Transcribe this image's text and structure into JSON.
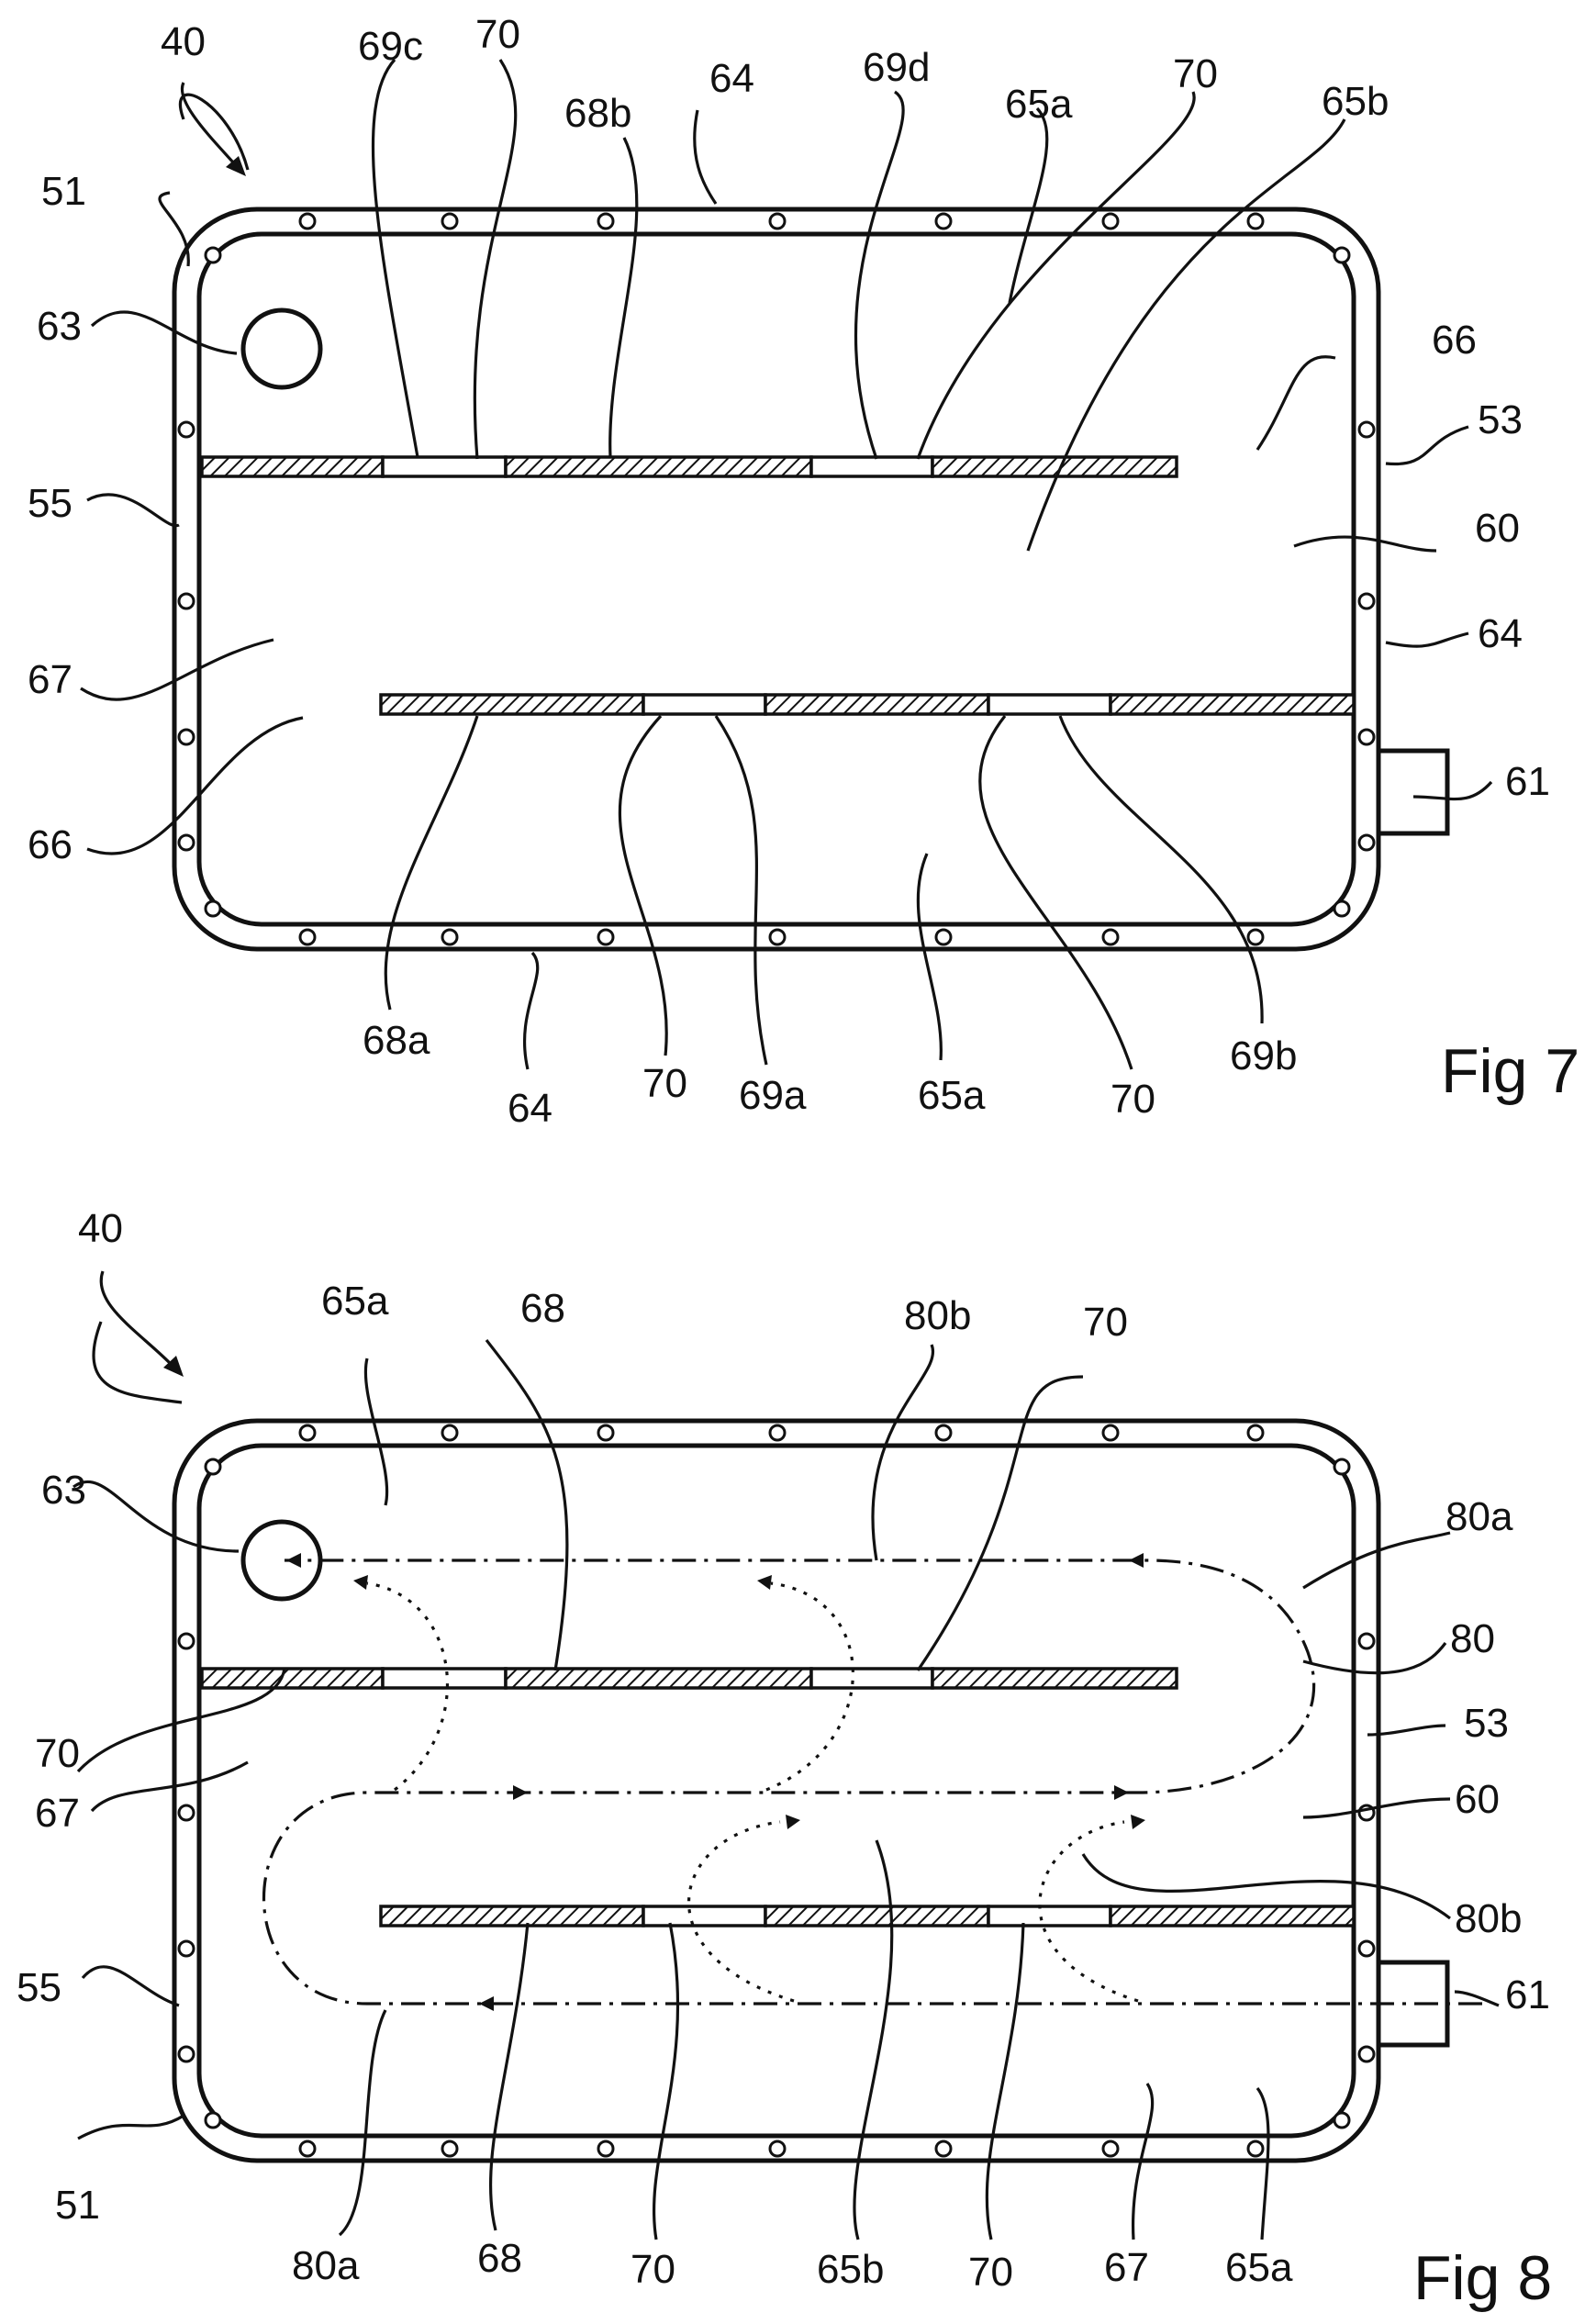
{
  "figures": {
    "fig7": {
      "title": "Fig 7",
      "labels": {
        "l40": "40",
        "l51": "51",
        "l63": "63",
        "l55": "55",
        "l67": "67",
        "l66a": "66",
        "l69c": "69c",
        "l70a": "70",
        "l68b": "68b",
        "l64a": "64",
        "l69d": "69d",
        "l65a": "65a",
        "l70b": "70",
        "l65b": "65b",
        "l66b": "66",
        "l53": "53",
        "l60": "60",
        "l64b": "64",
        "l61": "61",
        "l68a": "68a",
        "l64c": "64",
        "l70c": "70",
        "l69a": "69a",
        "l65a2": "65a",
        "l70d": "70",
        "l69b": "69b"
      }
    },
    "fig8": {
      "title": "Fig 8",
      "labels": {
        "l40": "40",
        "l65a": "65a",
        "l68": "68",
        "l80b": "80b",
        "l70": "70",
        "l63": "63",
        "l80a": "80a",
        "l80": "80",
        "l70b": "70",
        "l67": "67",
        "l53": "53",
        "l60": "60",
        "l80b2": "80b",
        "l55": "55",
        "l61": "61",
        "l51": "51",
        "l80a2": "80a",
        "l68b": "68",
        "l70c": "70",
        "l65b": "65b",
        "l70d": "70",
        "l67b": "67",
        "l65a2": "65a"
      }
    }
  }
}
